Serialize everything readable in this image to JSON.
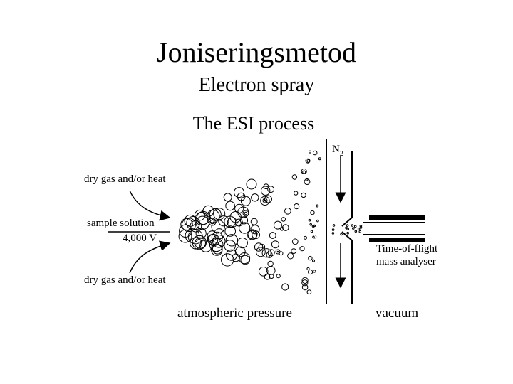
{
  "slide": {
    "title": "Joniseringsmetod",
    "subtitle": "Electron spray"
  },
  "diagram": {
    "heading": "The ESI process",
    "gas_label": "N",
    "gas_subscript": "2",
    "dry_gas_top": "dry gas and/or heat",
    "sample_solution": "sample solution",
    "voltage": "4,000 V",
    "dry_gas_bottom": "dry gas and/or heat",
    "analyser_line1": "Time-of-flight",
    "analyser_line2": "mass analyser",
    "region_left": "atmospheric pressure",
    "region_right": "vacuum"
  }
}
